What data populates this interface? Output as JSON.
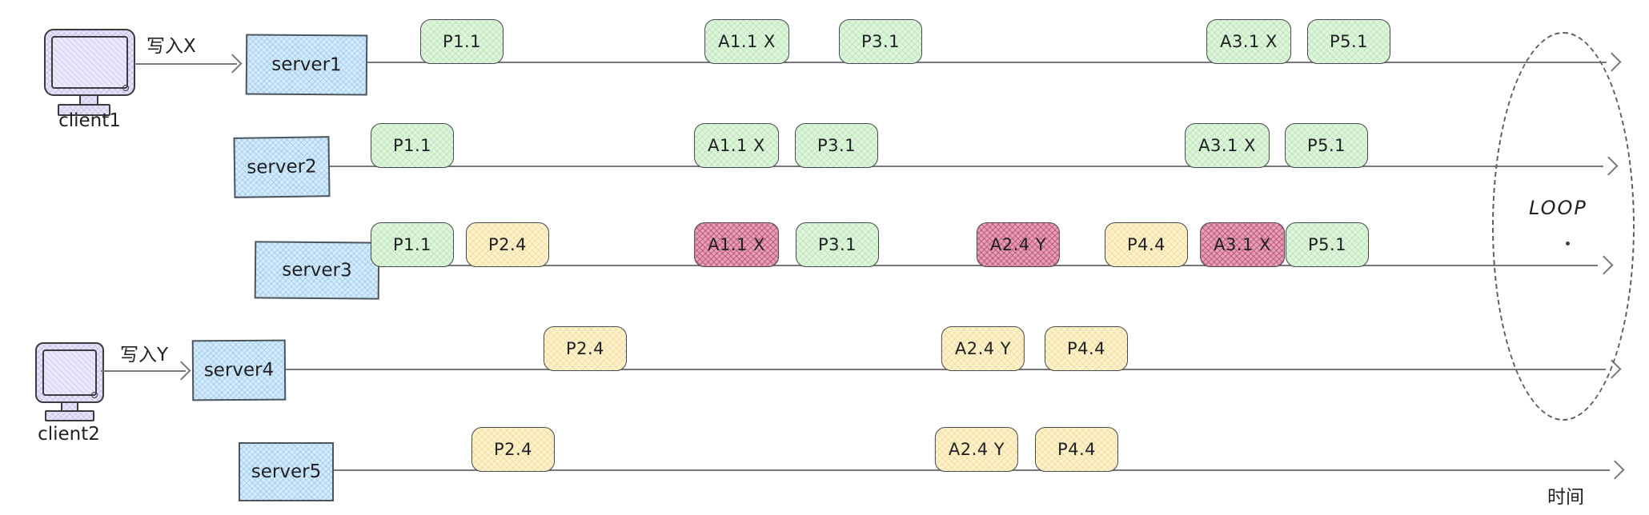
{
  "diagram": {
    "loop_label": "LOOP",
    "time_label": "时间"
  },
  "clients": [
    {
      "label": "client1",
      "write_label": "写入X",
      "writes_to": "server1"
    },
    {
      "label": "client2",
      "write_label": "写入Y",
      "writes_to": "server4"
    }
  ],
  "servers": [
    {
      "label": "server1",
      "events": [
        {
          "label": "P1.1",
          "kind": "green"
        },
        {
          "label": "A1.1 X",
          "kind": "green"
        },
        {
          "label": "P3.1",
          "kind": "green"
        },
        {
          "label": "A3.1 X",
          "kind": "green"
        },
        {
          "label": "P5.1",
          "kind": "green"
        }
      ]
    },
    {
      "label": "server2",
      "events": [
        {
          "label": "P1.1",
          "kind": "green"
        },
        {
          "label": "A1.1 X",
          "kind": "green"
        },
        {
          "label": "P3.1",
          "kind": "green"
        },
        {
          "label": "A3.1 X",
          "kind": "green"
        },
        {
          "label": "P5.1",
          "kind": "green"
        }
      ]
    },
    {
      "label": "server3",
      "events": [
        {
          "label": "P1.1",
          "kind": "green"
        },
        {
          "label": "P2.4",
          "kind": "yellow"
        },
        {
          "label": "A1.1 X",
          "kind": "red"
        },
        {
          "label": "P3.1",
          "kind": "green"
        },
        {
          "label": "A2.4 Y",
          "kind": "red"
        },
        {
          "label": "P4.4",
          "kind": "yellow"
        },
        {
          "label": "A3.1 X",
          "kind": "red"
        },
        {
          "label": "P5.1",
          "kind": "green"
        }
      ]
    },
    {
      "label": "server4",
      "events": [
        {
          "label": "P2.4",
          "kind": "yellow"
        },
        {
          "label": "A2.4 Y",
          "kind": "yellow"
        },
        {
          "label": "P4.4",
          "kind": "yellow"
        }
      ]
    },
    {
      "label": "server5",
      "events": [
        {
          "label": "P2.4",
          "kind": "yellow"
        },
        {
          "label": "A2.4 Y",
          "kind": "yellow"
        },
        {
          "label": "P4.4",
          "kind": "yellow"
        }
      ]
    }
  ],
  "colors": {
    "event_green": "#def5dc",
    "event_yellow": "#fdf2cc",
    "event_red": "#cb7693",
    "server_blue": "#d3ebfa",
    "client_purple": "#e9e3f8",
    "line_gray": "#78787c",
    "text": "#202124"
  }
}
